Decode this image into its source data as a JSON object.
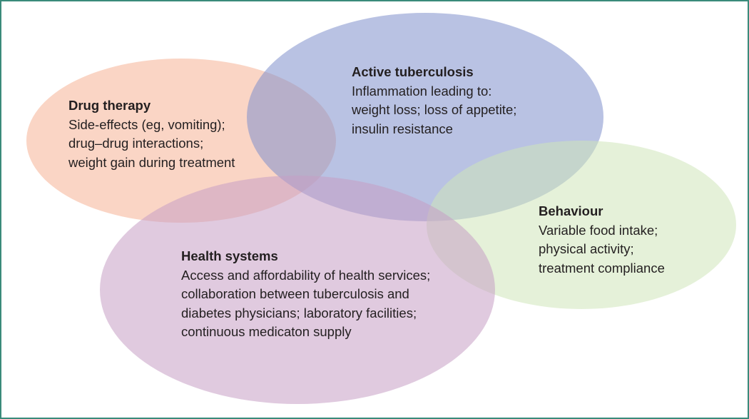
{
  "colors": {
    "drug_therapy_fill": "#f6b295",
    "active_tb_fill": "#7f90cc",
    "behaviour_fill": "#cfe5b9",
    "health_systems_fill": "#c79fc4",
    "text": "#231f20",
    "frame_border": "#3a8a7a"
  },
  "circles": {
    "drug_therapy": {
      "title": "Drug therapy",
      "lines": [
        "Side-effects (eg, vomiting);",
        "drug–drug interactions;",
        "weight gain during treatment"
      ]
    },
    "active_tb": {
      "title": "Active tuberculosis",
      "lines": [
        "Inflammation leading to:",
        "weight loss; loss of appetite;",
        "insulin resistance"
      ]
    },
    "behaviour": {
      "title": "Behaviour",
      "lines": [
        "Variable food intake;",
        "physical activity;",
        "treatment compliance"
      ]
    },
    "health_systems": {
      "title": "Health systems",
      "lines": [
        "Access and affordability of health services;",
        "collaboration between tuberculosis and",
        "diabetes physicians; laboratory facilities;",
        "continuous medicaton supply"
      ]
    }
  }
}
